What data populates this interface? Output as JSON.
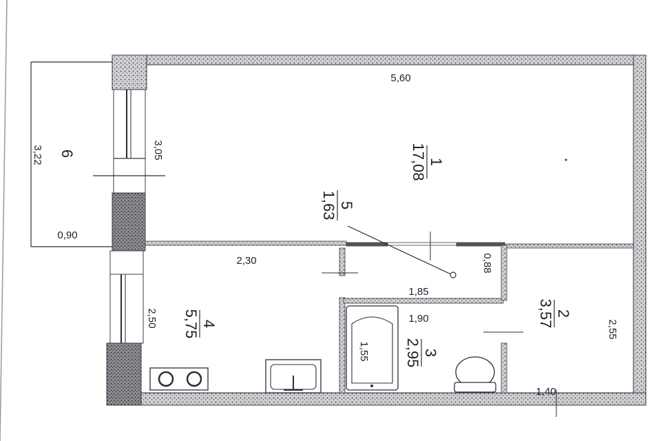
{
  "plan": {
    "overall_width": "5,60",
    "room1": {
      "number": "1",
      "area": "17,08",
      "depth": "3,05"
    },
    "room2": {
      "number": "2",
      "area": "3,57",
      "length": "2,55",
      "width": "1,40"
    },
    "room3": {
      "number": "3",
      "area": "2,95",
      "length": "1,90",
      "bathtub": "1,55"
    },
    "room4": {
      "number": "4",
      "area": "5,75",
      "length": "2,30",
      "width": "2,50"
    },
    "room5": {
      "number": "5",
      "area": "1,63",
      "length": "1,85",
      "width": "0,88"
    },
    "room6": {
      "number": "6",
      "length": "3,22",
      "width": "0,90"
    }
  }
}
